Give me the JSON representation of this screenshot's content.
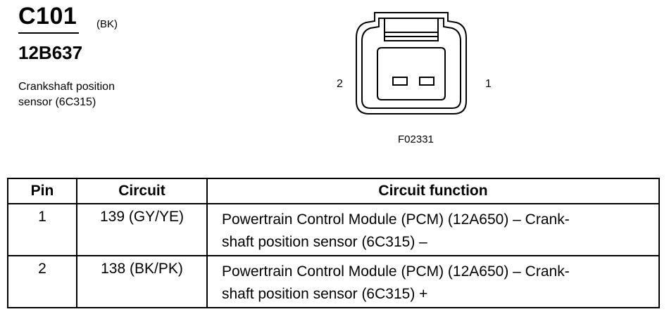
{
  "header": {
    "connector_id": "C101",
    "color_code": "(BK)",
    "part_number": "12B637",
    "description_line1": "Crankshaft position",
    "description_line2": "sensor (6C315)"
  },
  "diagram": {
    "pin_left_label": "2",
    "pin_right_label": "1",
    "figure_code": "F02331"
  },
  "table": {
    "headers": [
      "Pin",
      "Circuit",
      "Circuit function"
    ],
    "rows": [
      {
        "pin": "1",
        "circuit": "139 (GY/YE)",
        "function_line1": "Powertrain Control Module (PCM) (12A650) – Crank-",
        "function_line2": "shaft position sensor (6C315) –"
      },
      {
        "pin": "2",
        "circuit": "138 (BK/PK)",
        "function_line1": "Powertrain Control Module (PCM) (12A650) – Crank-",
        "function_line2": "shaft position sensor (6C315) +"
      }
    ]
  }
}
